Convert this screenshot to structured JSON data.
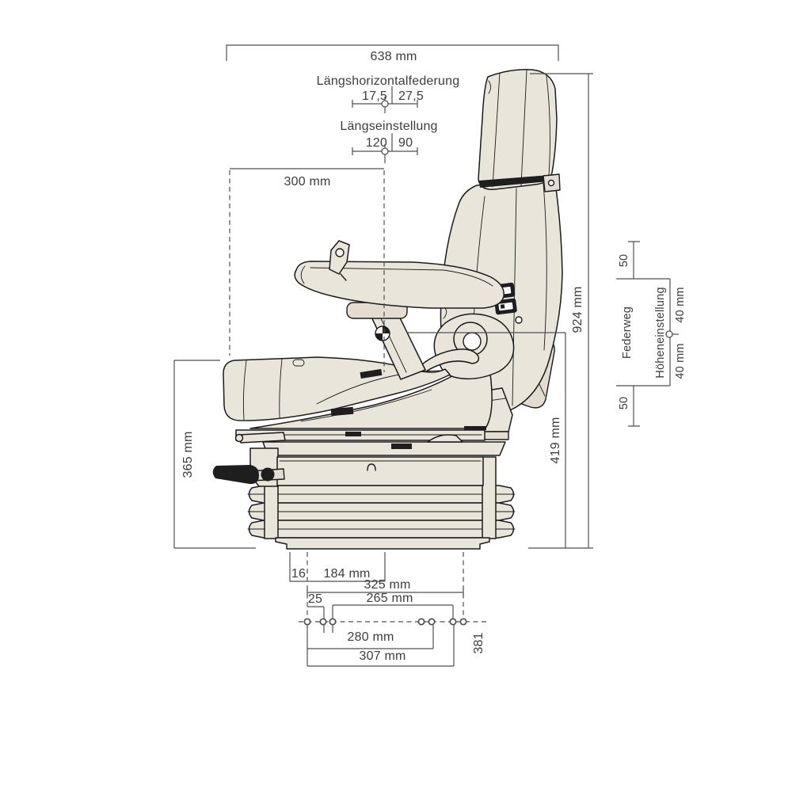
{
  "figure": {
    "description": "Side-view technical dimension drawing of an air-suspension driver seat",
    "colors": {
      "seat_fill": "#eae5db",
      "outline": "#1b1b1b",
      "dimension_lines": "#4f4f4f",
      "text": "#3d3d3d",
      "background": "#ffffff"
    },
    "labels": {
      "overall_width": "638 mm",
      "fore_aft_isolator_label": "Längshorizontalfederung",
      "fore_aft_isolator_back": "17,5",
      "fore_aft_isolator_front": "27,5",
      "fore_aft_adjust_label": "Längseinstellung",
      "fore_aft_adjust_back": "120",
      "fore_aft_adjust_front": "90",
      "backrest_offset": "300 mm",
      "cushion_height": "365 mm",
      "overall_height": "924 mm",
      "pivot_height": "419 mm",
      "suspension_top_reserve": "50",
      "suspension_travel_label": "Federweg",
      "height_adjust_label": "Höheneinstellung",
      "height_adjust_up": "40 mm",
      "height_adjust_down": "40 mm",
      "suspension_bottom_reserve": "50",
      "base_front_offset": "16",
      "base_length": "184 mm",
      "base_span": "325 mm",
      "hole_offset": "25",
      "hole_pitch_inner": "265 mm",
      "hole_pitch_mid": "280 mm",
      "hole_pitch_outer": "307 mm",
      "mount_depth": "381",
      "base_marking": "n"
    }
  }
}
